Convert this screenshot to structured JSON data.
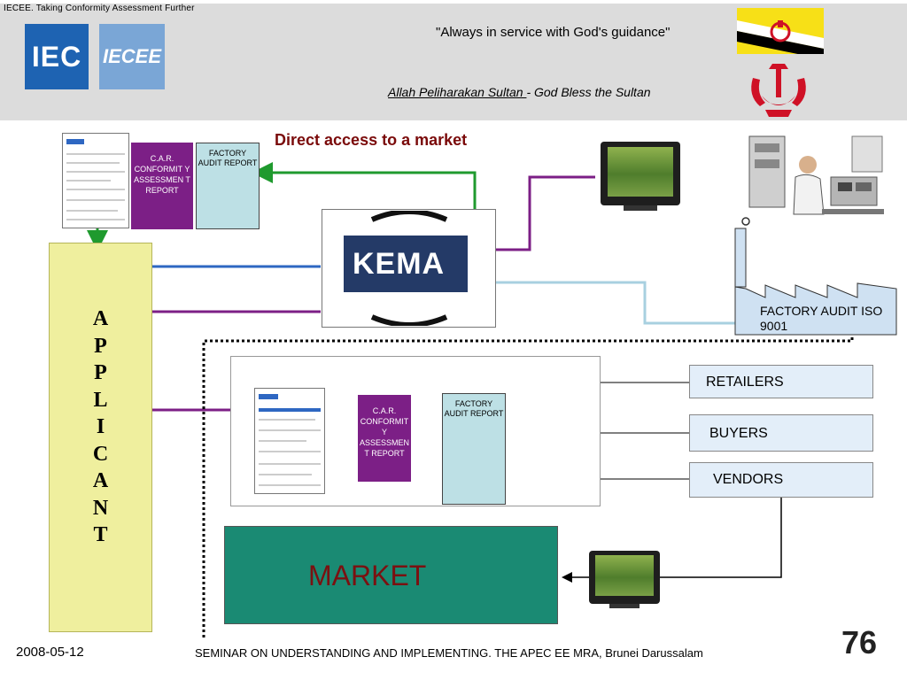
{
  "header": {
    "tagline": "IECEE. Taking Conformity Assessment Further",
    "logo_iec": "IEC",
    "logo_iecee": "IECEE",
    "motto": "\"Always in service with God's guidance\"",
    "anthem_malay": "Allah Peliharakan Sultan ",
    "anthem_english": "- God Bless the Sultan"
  },
  "diagram": {
    "headline": "Direct access to a market",
    "applicant_label": "A\nP\nP\nL\nI\nC\nA\nN\nT",
    "car_report": "C.A.R. CONFORMIT Y ASSESSMEN T REPORT",
    "factory_report": "FACTORY AUDIT REPORT",
    "certifier_logo": "KEMA",
    "factory_audit": "FACTORY AUDIT ISO 9001",
    "retailers": "RETAILERS",
    "buyers": "BUYERS",
    "vendors": "VENDORS",
    "market": "MARKET"
  },
  "footer": {
    "date": "2008-05-12",
    "seminar": "SEMINAR ON UNDERSTANDING AND IMPLEMENTING. THE APEC EE MRA, Brunei Darussalam",
    "page": "76"
  },
  "colors": {
    "purple": "#7c1f86",
    "green": "#1f9a2e",
    "blue": "#2e67c2",
    "light_blue": "#a8d0e0",
    "applicant_yellow": "#efef9e",
    "market_green": "#1a8a73",
    "headline_red": "#7a0a0a"
  }
}
